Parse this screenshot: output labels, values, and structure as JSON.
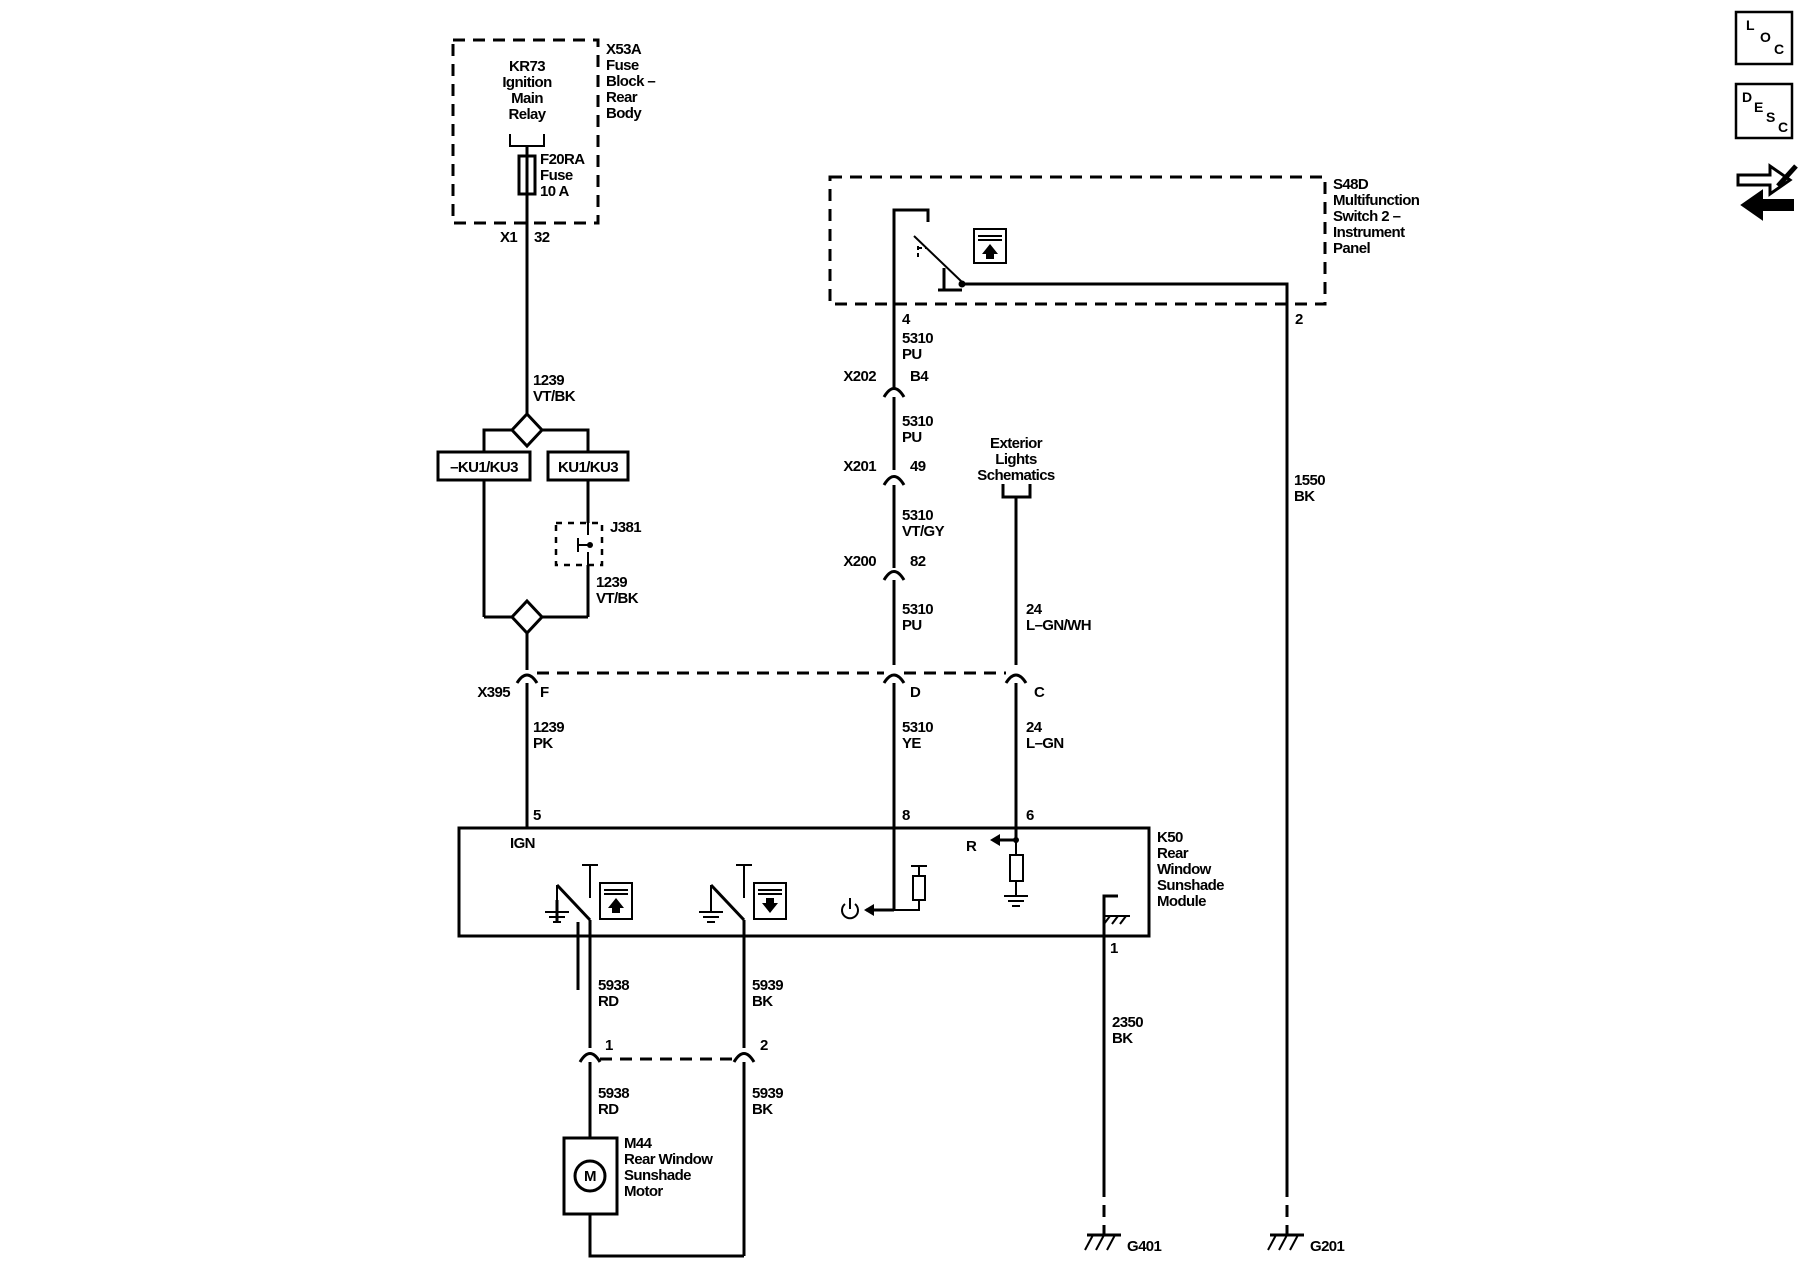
{
  "fuse_block": {
    "name": "X53A",
    "desc": [
      "Fuse",
      "Block –",
      "Rear",
      "Body"
    ],
    "relay": [
      "KR73",
      "Ignition",
      "Main",
      "Relay"
    ],
    "fuse": [
      "F20RA",
      "Fuse",
      "10 A"
    ],
    "connector": "X1",
    "pin": "32"
  },
  "wires": {
    "w1239_vtbk_top": [
      "1239",
      "VT/BK"
    ],
    "w1239_vtbk_jumper": [
      "1239",
      "VT/BK"
    ],
    "w1239_pk": [
      "1239",
      "PK"
    ],
    "w5310_pu_a": [
      "5310",
      "PU"
    ],
    "w5310_pu_b": [
      "5310",
      "PU"
    ],
    "w5310_vtgy": [
      "5310",
      "VT/GY"
    ],
    "w5310_pu_c": [
      "5310",
      "PU"
    ],
    "w5310_ye": [
      "5310",
      "YE"
    ],
    "w24_lgnwh": [
      "24",
      "L–GN/WH"
    ],
    "w24_lgn": [
      "24",
      "L–GN"
    ],
    "w1550_bk": [
      "1550",
      "BK"
    ],
    "w5938_rd_a": [
      "5938",
      "RD"
    ],
    "w5938_rd_b": [
      "5938",
      "RD"
    ],
    "w5939_bk_a": [
      "5939",
      "BK"
    ],
    "w5939_bk_b": [
      "5939",
      "BK"
    ],
    "w2350_bk": [
      "2350",
      "BK"
    ]
  },
  "options": {
    "not_ku": "–KU1/KU3",
    "ku": "KU1/KU3"
  },
  "jumper": "J381",
  "switch_module": {
    "name": "S48D",
    "desc": [
      "Multifunction",
      "Switch 2 –",
      "Instrument",
      "Panel"
    ],
    "pin4": "4",
    "pin2": "2"
  },
  "inline_connectors": {
    "x202": {
      "name": "X202",
      "pin": "B4"
    },
    "x201": {
      "name": "X201",
      "pin": "49"
    },
    "x200": {
      "name": "X200",
      "pin": "82"
    },
    "x395": {
      "name": "X395",
      "pins": [
        "F",
        "D",
        "C"
      ]
    }
  },
  "exterior_lights": [
    "Exterior",
    "Lights",
    "Schematics"
  ],
  "module": {
    "name": "K50",
    "desc": [
      "Rear",
      "Window",
      "Sunshade",
      "Module"
    ],
    "pins": {
      "ign": "5",
      "sw": "8",
      "r": "6",
      "gnd": "1"
    },
    "ign_label": "IGN",
    "r_label": "R"
  },
  "motor_connector": {
    "pins": [
      "1",
      "2"
    ]
  },
  "motor": {
    "name": "M44",
    "desc": [
      "Rear Window",
      "Sunshade",
      "Motor"
    ],
    "symbol": "M"
  },
  "grounds": [
    "G401",
    "G201"
  ],
  "sidebar": {
    "loc": {
      "letters": [
        "L",
        "O",
        "C"
      ]
    },
    "desc": {
      "letters": [
        "D",
        "E",
        "S",
        "C"
      ]
    },
    "icon": "connector-tool-icon"
  }
}
